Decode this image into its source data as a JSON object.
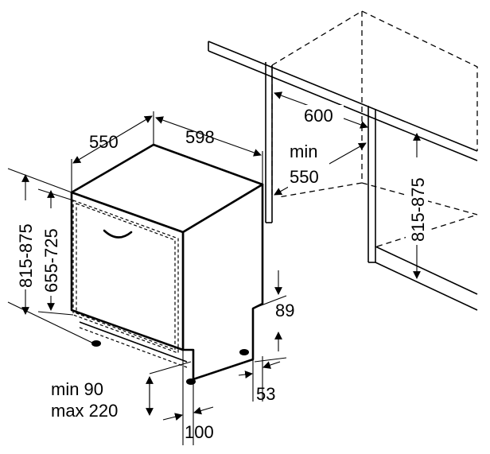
{
  "dimensions": {
    "depth_appliance": "550",
    "width_appliance": "598",
    "niche_width": "600",
    "niche_depth_min_line1": "min",
    "niche_depth_min_line2": "550",
    "niche_height_right": "815-875",
    "height_left": "815-875",
    "door_height": "655-725",
    "plinth_height": "89",
    "plinth_depth": "53",
    "toe_min_line1": "min 90",
    "toe_max_line2": "max 220",
    "foot_offset": "100"
  }
}
